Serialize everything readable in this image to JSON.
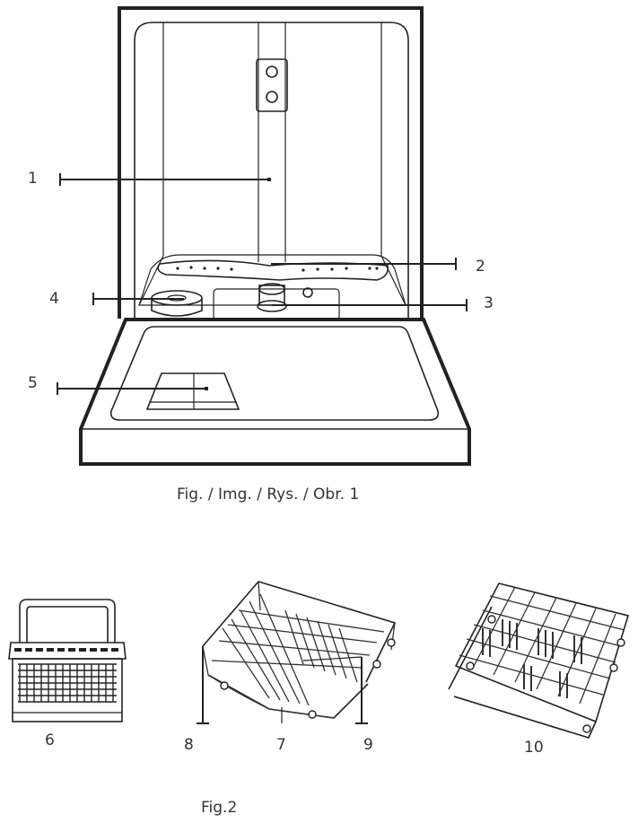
{
  "figure1": {
    "caption": "Fig. / Img. / Rys. / Obr. 1",
    "callouts": [
      "1",
      "2",
      "3",
      "4",
      "5"
    ]
  },
  "figure2": {
    "caption": "Fig.2",
    "callouts": [
      "6",
      "7",
      "8",
      "9",
      "10"
    ]
  }
}
